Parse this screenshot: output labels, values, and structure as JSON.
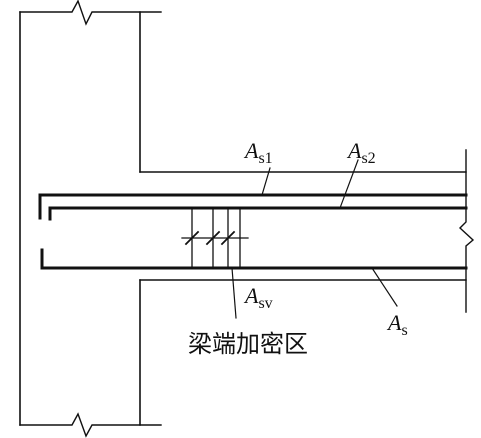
{
  "labels": {
    "as1": {
      "main": "A",
      "sub": "s1"
    },
    "as2": {
      "main": "A",
      "sub": "s2"
    },
    "asv": {
      "main": "A",
      "sub": "sv"
    },
    "as": {
      "main": "A",
      "sub": "s"
    },
    "zone": "梁端加密区"
  },
  "colors": {
    "line": "#111111",
    "background": "#ffffff"
  }
}
